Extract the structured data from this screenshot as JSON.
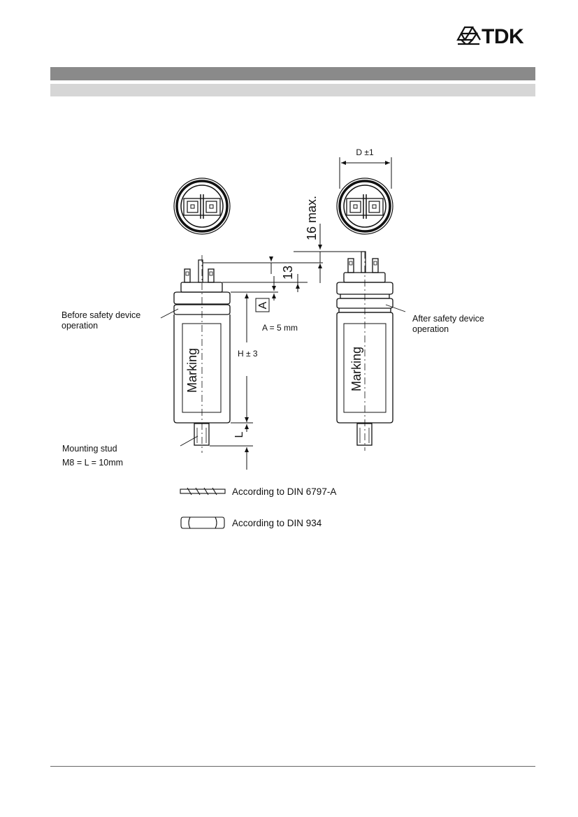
{
  "brand": {
    "name": "TDK"
  },
  "drawing": {
    "dimensions": {
      "diameter": "D ±1",
      "terminal_max": "16 max.",
      "terminal_height": "13",
      "height": "H ± 3",
      "stud_length": "L",
      "a_box": "A",
      "a_value": "A = 5 mm"
    },
    "labels": {
      "marking_left": "Marking",
      "marking_right": "Marking",
      "before_line1": "Before safety device",
      "before_line2": "operation",
      "after_line1": "After safety device",
      "after_line2": "operation",
      "stud_line1": "Mounting stud",
      "stud_line2": "M8 = L = 10mm"
    },
    "legend": [
      {
        "text": "According to DIN 6797-A",
        "icon": "toothed-lock-washer-icon"
      },
      {
        "text": "According to DIN 934",
        "icon": "hex-nut-icon"
      }
    ]
  }
}
